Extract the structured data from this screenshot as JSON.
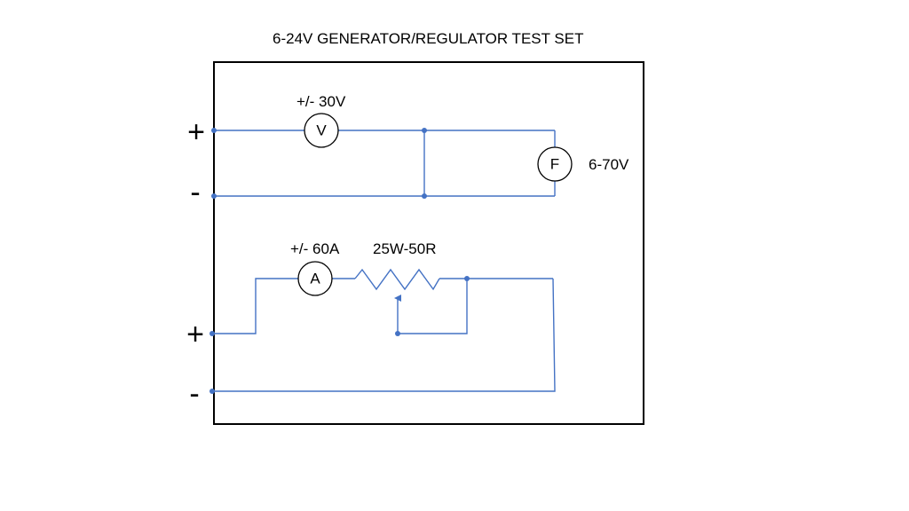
{
  "title": "6-24V GENERATOR/REGULATOR TEST SET",
  "colors": {
    "wire": "#4472C4",
    "outline": "#000000",
    "text": "#000000"
  },
  "upper_circuit": {
    "plus_terminal": "+",
    "minus_terminal": "-",
    "voltmeter": {
      "symbol": "V",
      "range_label": "+/- 30V"
    },
    "field_meter": {
      "symbol": "F",
      "range_label": "6-70V"
    }
  },
  "lower_circuit": {
    "plus_terminal": "+",
    "minus_terminal": "-",
    "ammeter": {
      "symbol": "A",
      "range_label": "+/- 60A"
    },
    "rheostat": {
      "rating_label": "25W-50R"
    }
  }
}
